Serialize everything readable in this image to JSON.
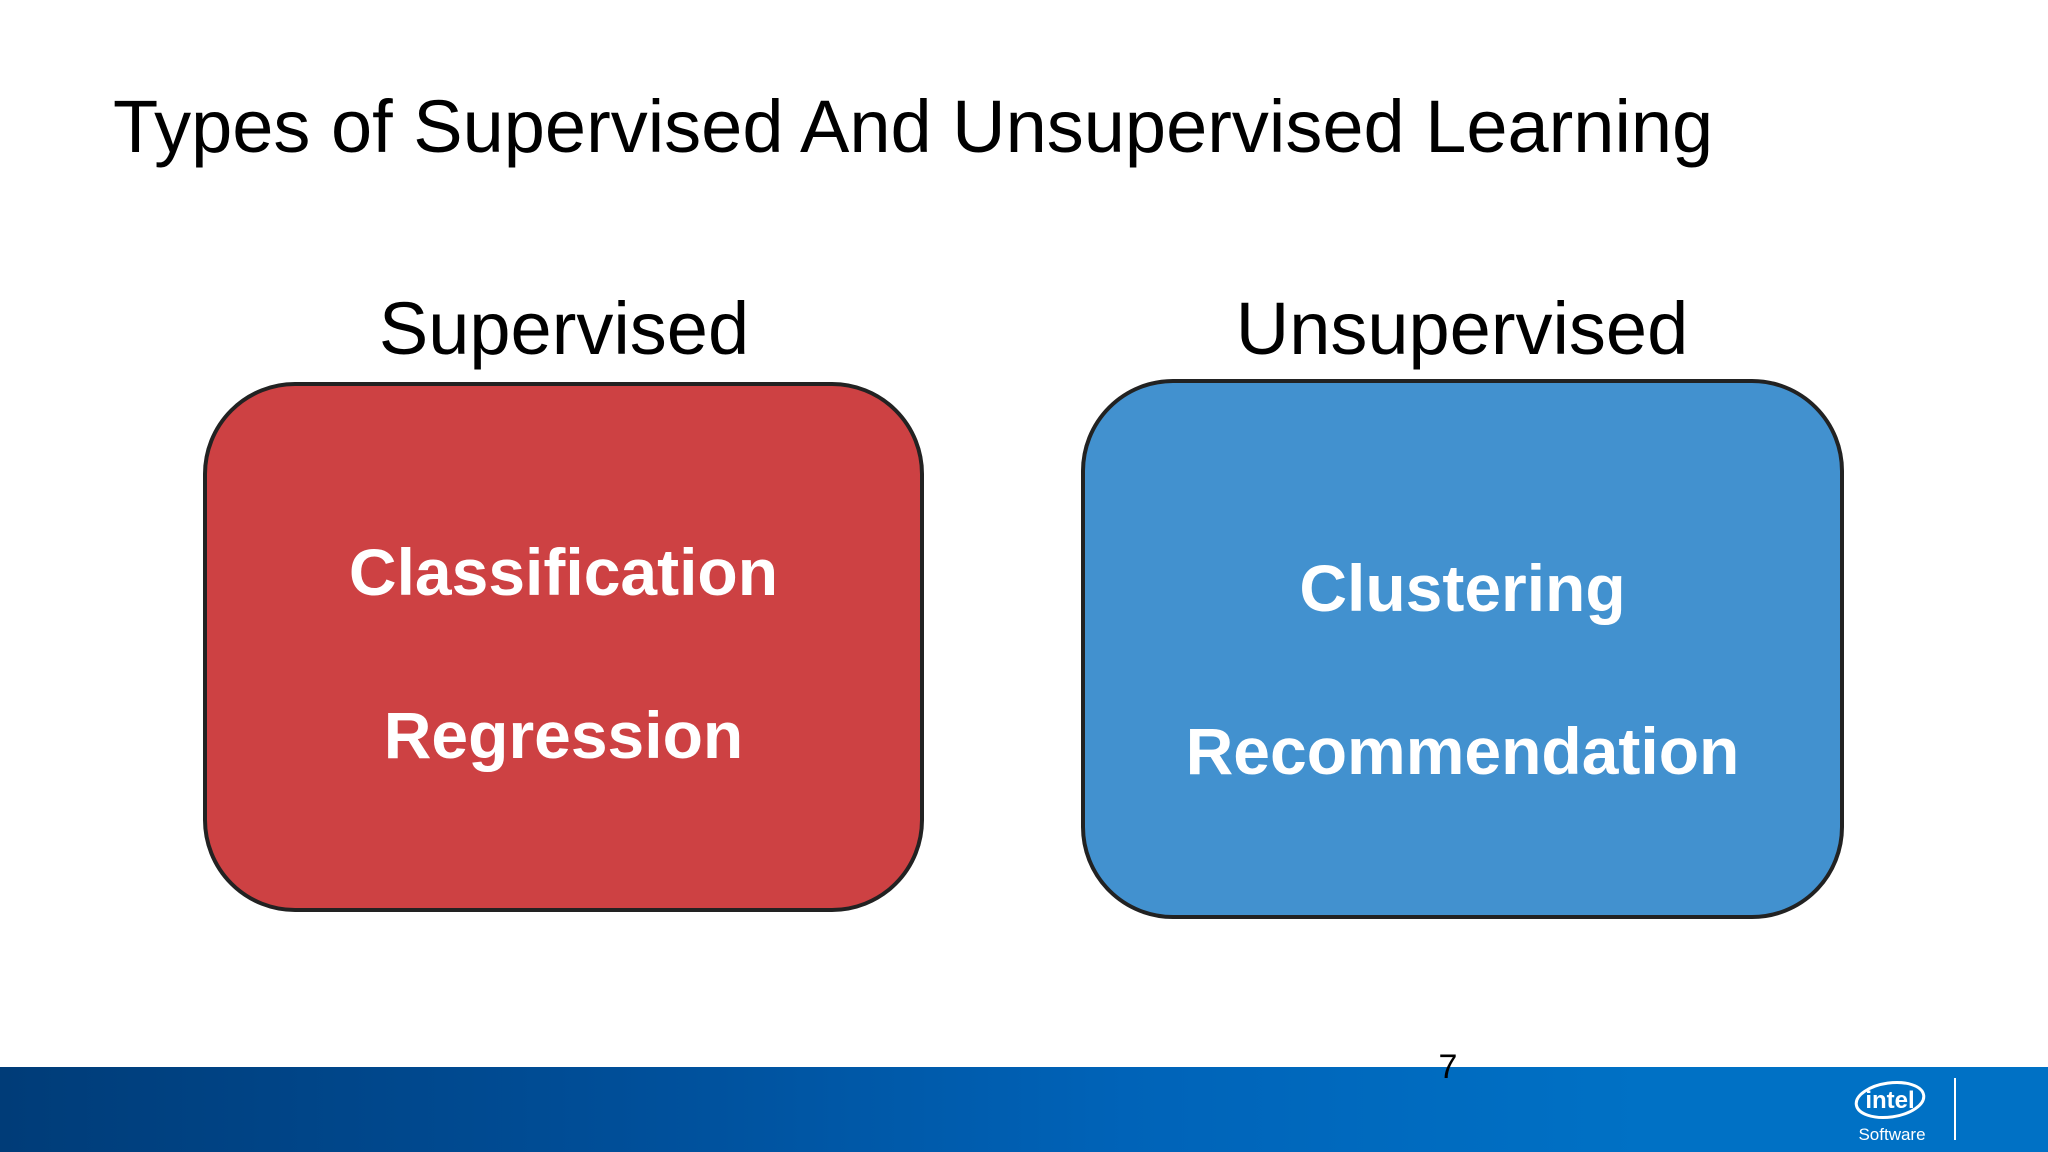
{
  "slide": {
    "title": "Types of Supervised And Unsupervised Learning",
    "page_number": "7"
  },
  "columns": [
    {
      "heading": "Supervised",
      "box_color": "#cd4143",
      "items": [
        "Classification",
        "Regression"
      ]
    },
    {
      "heading": "Unsupervised",
      "box_color": "#4291cf",
      "items": [
        "Clustering",
        "Recommendation"
      ]
    }
  ],
  "footer": {
    "bar_color": "#0071c5",
    "logo_text": "intel",
    "logo_subtext": "Software"
  }
}
